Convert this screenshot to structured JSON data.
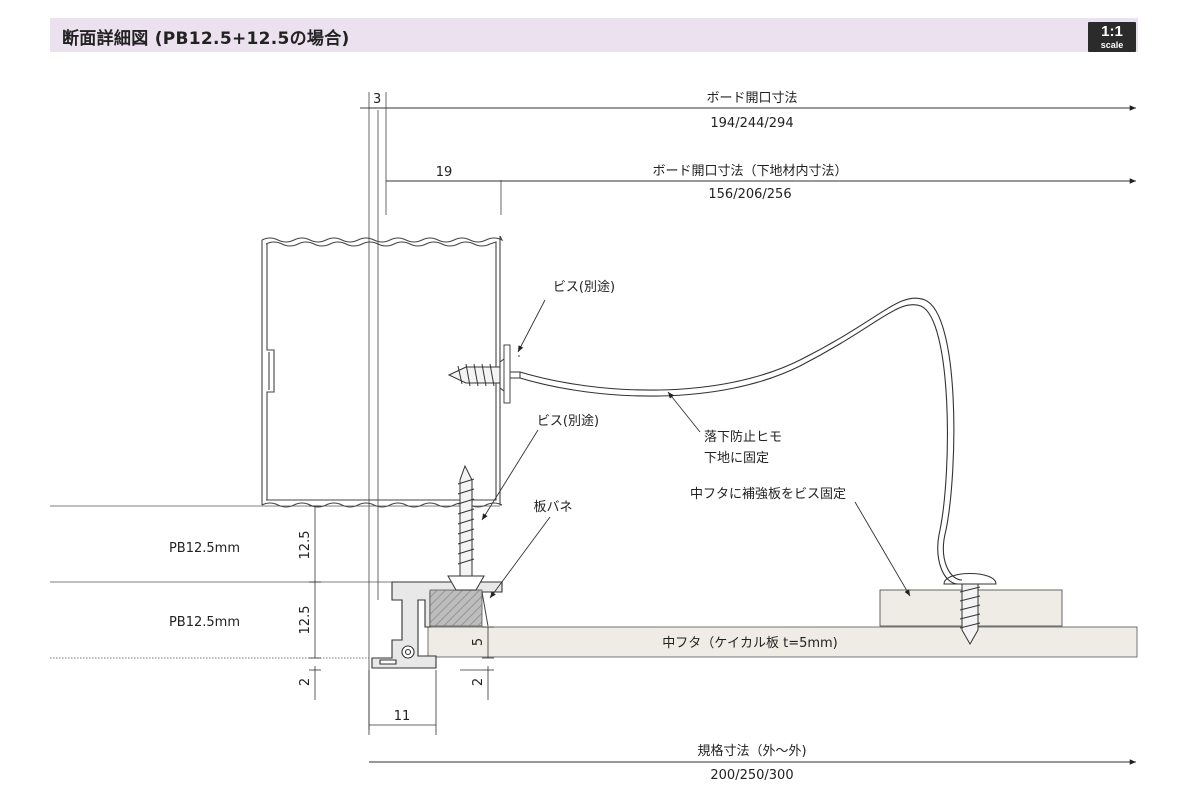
{
  "header": {
    "title": "断面詳細図 (PB12.5+12.5の場合)",
    "scale_ratio": "1:1",
    "scale_word": "scale"
  },
  "dimensions": {
    "top_gap": "3",
    "board_opening_label": "ボード開口寸法",
    "board_opening_values": "194/244/294",
    "inner_offset": "19",
    "inner_opening_label": "ボード開口寸法（下地材内寸法）",
    "inner_opening_values": "156/206/256",
    "pb_upper_thickness": "12.5",
    "pb_lower_thickness": "12.5",
    "lid_thickness": "5",
    "bottom_left_gap": "2",
    "bottom_right_gap": "2",
    "frame_width": "11",
    "standard_label": "規格寸法（外～外)",
    "standard_values": "200/250/300"
  },
  "labels": {
    "screw_top": "ビス(別途)",
    "screw_bottom": "ビス(別途)",
    "drop_cord_line1": "落下防止ヒモ",
    "drop_cord_line2": "下地に固定",
    "reinforcement": "中フタに補強板をビス固定",
    "leaf_spring": "板バネ",
    "pb_upper": "PB12.5mm",
    "pb_lower": "PB12.5mm",
    "inner_lid": "中フタ（ケイカル板 t=5mm)"
  }
}
